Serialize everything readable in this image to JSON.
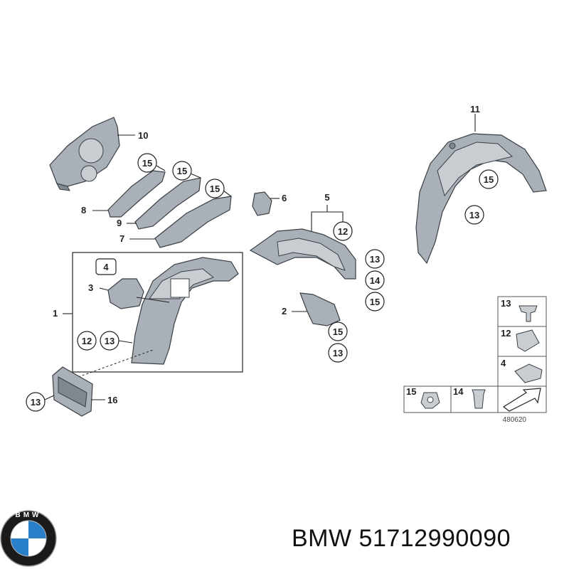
{
  "callouts": {
    "c10": "10",
    "c15a": "15",
    "c15b": "15",
    "c15c": "15",
    "c8": "8",
    "c9": "9",
    "c7": "7",
    "c6": "6",
    "c5": "5",
    "c12a": "12",
    "c13a": "13",
    "c14a": "14",
    "c15d": "15",
    "c2": "2",
    "c15e": "15",
    "c13b": "13",
    "c11": "11",
    "c15f": "15",
    "c13c": "13",
    "c4": "4",
    "c3": "3",
    "c1": "1",
    "c12b": "12",
    "c13d": "13",
    "c13e": "13",
    "c16": "16"
  },
  "legend": {
    "l13": "13",
    "l12": "12",
    "l4": "4",
    "l15": "15",
    "l14": "14",
    "ref": "480620"
  },
  "brand": {
    "logo_letters": "BMW",
    "part_number": "BMW 51712990090"
  },
  "colors": {
    "part_fill": "#a9b0b7",
    "outline": "#3a3f45",
    "logo_blue": "#2a7fc9",
    "logo_ring": "#1a1a1a"
  }
}
